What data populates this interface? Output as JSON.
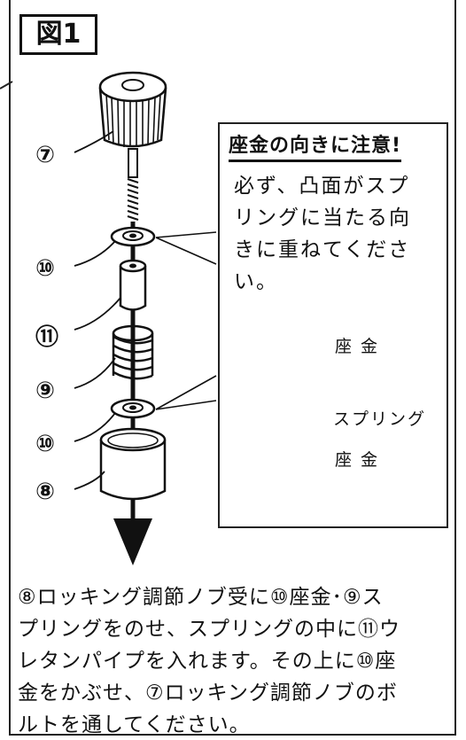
{
  "figure": {
    "label": "図1"
  },
  "callout": {
    "title": "座金の向きに注意!",
    "lines": [
      "必ず、凸面がスプ",
      "リングに当たる向",
      "きに重ねてくださ",
      "い。"
    ],
    "labels": {
      "washer_top": "座 金",
      "spring": "スプリング",
      "washer_bottom": "座 金"
    }
  },
  "parts": {
    "knob": "⑦",
    "washer_upper": "⑩",
    "pipe": "⑪",
    "spring": "⑨",
    "washer_lower": "⑩",
    "receiver": "⑧"
  },
  "caption": {
    "lines": [
      "⑧ロッキング調節ノブ受に⑩座金･⑨ス",
      "プリングをのせ、スプリングの中に⑪ウ",
      "レタンパイプを入れます。その上に⑩座",
      "金をかぶせ、⑦ロッキング調節ノブのボ",
      "ルトを通してください。"
    ]
  }
}
